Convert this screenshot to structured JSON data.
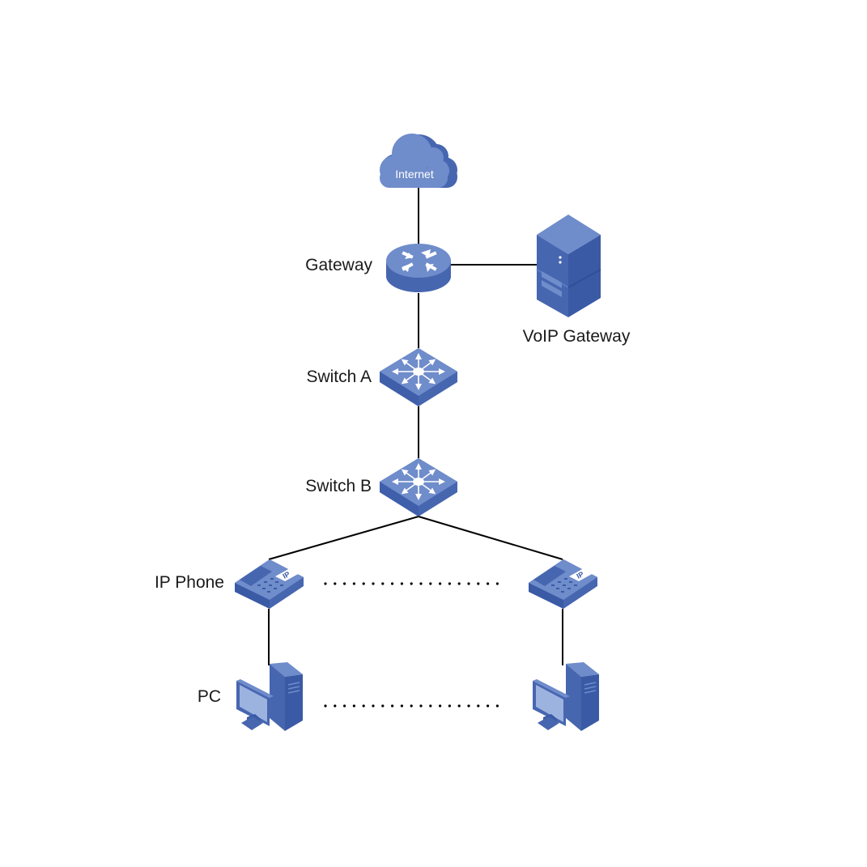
{
  "nodes": {
    "internet": {
      "label": "Internet",
      "icon": "cloud-icon"
    },
    "gateway": {
      "label": "Gateway",
      "icon": "router-icon"
    },
    "voip_gateway": {
      "label": "VoIP Gateway",
      "icon": "server-icon"
    },
    "switch_a": {
      "label": "Switch A",
      "icon": "switch-icon"
    },
    "switch_b": {
      "label": "Switch B",
      "icon": "switch-icon"
    },
    "ip_phone_left": {
      "label": "IP Phone",
      "icon": "ip-phone-icon",
      "badge": "IP"
    },
    "ip_phone_right": {
      "label": "",
      "icon": "ip-phone-icon",
      "badge": "IP"
    },
    "pc_left": {
      "label": "PC",
      "icon": "pc-icon"
    },
    "pc_right": {
      "label": "",
      "icon": "pc-icon"
    }
  },
  "links": [
    [
      "internet",
      "gateway"
    ],
    [
      "gateway",
      "voip_gateway"
    ],
    [
      "gateway",
      "switch_a"
    ],
    [
      "switch_a",
      "switch_b"
    ],
    [
      "switch_b",
      "ip_phone_left"
    ],
    [
      "switch_b",
      "ip_phone_right"
    ],
    [
      "ip_phone_left",
      "pc_left"
    ],
    [
      "ip_phone_right",
      "pc_right"
    ]
  ],
  "colors": {
    "device_top": "#6f8ccb",
    "device_side": "#4766b0",
    "device_dark": "#3a5aa5",
    "screen": "#9cb3e0",
    "line": "#000000"
  }
}
